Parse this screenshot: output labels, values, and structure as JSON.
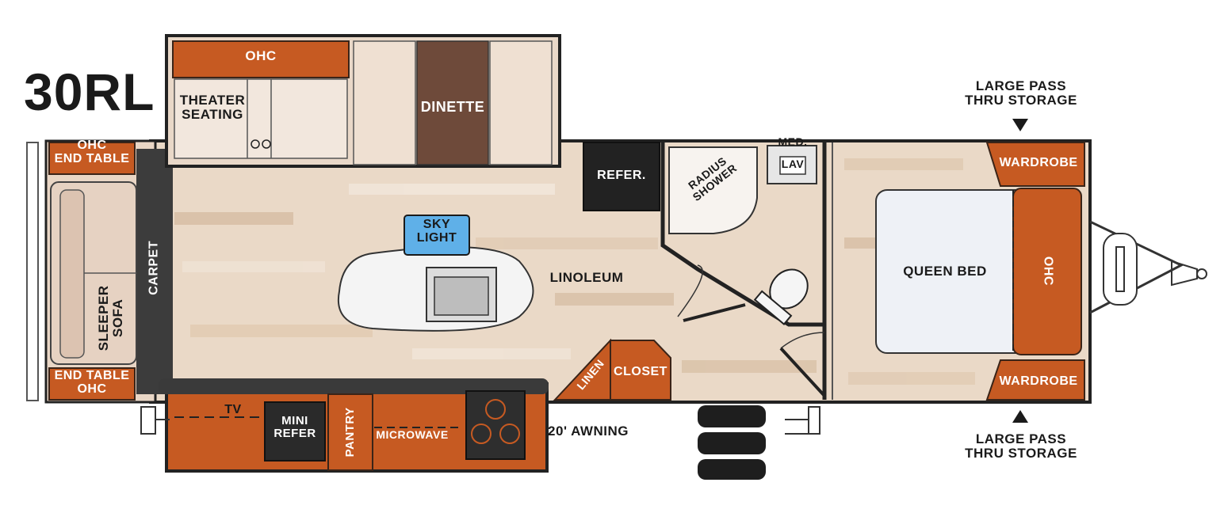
{
  "model": "30RL",
  "labels": {
    "ohc_top": "OHC",
    "theater_seating_1": "THEATER",
    "theater_seating_2": "SEATING",
    "dinette": "DINETTE",
    "ohc_end_table_top_1": "OHC",
    "ohc_end_table_top_2": "END TABLE",
    "end_table_ohc_bottom_1": "END TABLE",
    "end_table_ohc_bottom_2": "OHC",
    "sleeper_sofa_1": "SLEEPER",
    "sleeper_sofa_2": "SOFA",
    "carpet": "CARPET",
    "sky_light_1": "SKY",
    "sky_light_2": "LIGHT",
    "linoleum": "LINOLEUM",
    "refer": "REFER.",
    "radius_shower_1": "RADIUS",
    "radius_shower_2": "SHOWER",
    "med": "MED.",
    "lav": "LAV",
    "queen_bed": "QUEEN BED",
    "ohc_bed": "OHC",
    "wardrobe_top": "WARDROBE",
    "wardrobe_bottom": "WARDROBE",
    "pass_thru_top_1": "LARGE PASS",
    "pass_thru_top_2": "THRU STORAGE",
    "pass_thru_bottom_1": "LARGE PASS",
    "pass_thru_bottom_2": "THRU STORAGE",
    "linen": "LINEN",
    "closet": "CLOSET",
    "tv": "TV",
    "mini_refer_1": "MINI",
    "mini_refer_2": "REFER",
    "pantry": "PANTRY",
    "microwave": "MICROWAVE",
    "awning": "20' AWNING"
  },
  "colors": {
    "cabinet_orange": "#c65a22",
    "wall_dark": "#2a2a2a",
    "skylight_blue": "#5fb0e8",
    "dinette_brown": "#6e4a3a"
  }
}
